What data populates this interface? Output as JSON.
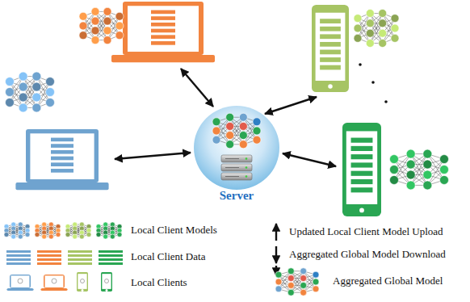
{
  "diagram": {
    "nodes": [
      {
        "text": [
          "Server"
        ]
      }
    ],
    "legend": [
      {
        "text": "Local Client Models"
      },
      {
        "text": "Local Client Data"
      },
      {
        "text": "Local Clients"
      },
      {
        "text": "Updated Local Client Model Upload"
      },
      {
        "text": "Aggregated Global Model Download"
      },
      {
        "text": "Aggregated Global Model"
      }
    ]
  }
}
